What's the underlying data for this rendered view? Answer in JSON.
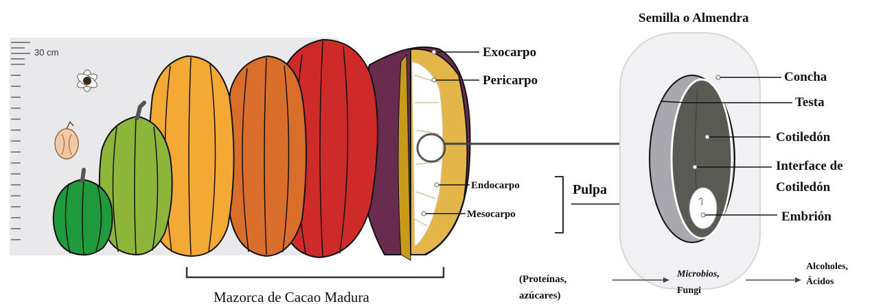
{
  "scale": {
    "label": "30 cm"
  },
  "pod": {
    "labels": {
      "exocarpo": "Exocarpo",
      "pericarpo": "Pericarpo",
      "endocarpo": "Endocarpo",
      "mesocarpo": "Mesocarpo",
      "pulpa": "Pulpa"
    },
    "caption": "Mazorca de Cacao Madura"
  },
  "seed": {
    "title": "Semilla o Almendra",
    "labels": {
      "concha": "Concha",
      "testa": "Testa",
      "cotiledon": "Cotiledón",
      "interface_1": "Interface de",
      "interface_2": "Cotiledón",
      "embrion": "Embrión"
    }
  },
  "flow": {
    "step1_line1": "(Proteínas,",
    "step1_line2": "azúcares)",
    "step2_line1": "Microbios,",
    "step2_line2": "Fungi",
    "step3_line1": "Alcoholes,",
    "step3_line2": "Ácidos"
  },
  "colors": {
    "pod_green_dark": "#1f9a3c",
    "pod_green_light": "#8db53a",
    "pod_yellow": "#f3a934",
    "pod_orange": "#d86e2a",
    "pod_red": "#cf2a2a",
    "pod_purple": "#6a2c4e",
    "pod_cut_yellow": "#e4b64a"
  }
}
